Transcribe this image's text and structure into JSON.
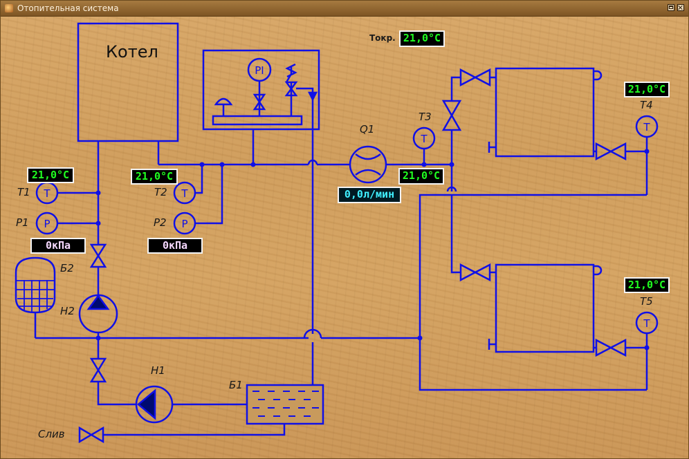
{
  "window": {
    "title": "Отопительная система"
  },
  "boiler": {
    "label": "Котел"
  },
  "outdoor": {
    "label": "Токр.",
    "value": "21,0°C"
  },
  "sensors": {
    "t1": {
      "label": "T1",
      "value": "21,0°C",
      "symbol": "T"
    },
    "t2": {
      "label": "T2",
      "value": "21,0°C",
      "symbol": "T"
    },
    "t3": {
      "label": "T3",
      "value": "21,0°C",
      "symbol": "T"
    },
    "t4": {
      "label": "T4",
      "value": "21,0°C",
      "symbol": "T"
    },
    "t5": {
      "label": "T5",
      "value": "21,0°C",
      "symbol": "T"
    },
    "p1": {
      "label": "P1",
      "value": "0кПа",
      "symbol": "P"
    },
    "p2": {
      "label": "P2",
      "value": "0кПа",
      "symbol": "P"
    },
    "pi": {
      "symbol": "PI"
    }
  },
  "flowmeter": {
    "label": "Q1",
    "value": "0,0л/мин"
  },
  "pumps": {
    "h1": {
      "label": "H1"
    },
    "h2": {
      "label": "H2"
    }
  },
  "tanks": {
    "b1": {
      "label": "Б1"
    },
    "b2": {
      "label": "Б2"
    }
  },
  "drain": {
    "label": "Слив"
  },
  "colors": {
    "pipe": "#1010e6",
    "temp_text": "#20ff20",
    "pressure_text": "#f6d8ff",
    "flow_text": "#40f0ff",
    "wood": "#d4a261"
  }
}
